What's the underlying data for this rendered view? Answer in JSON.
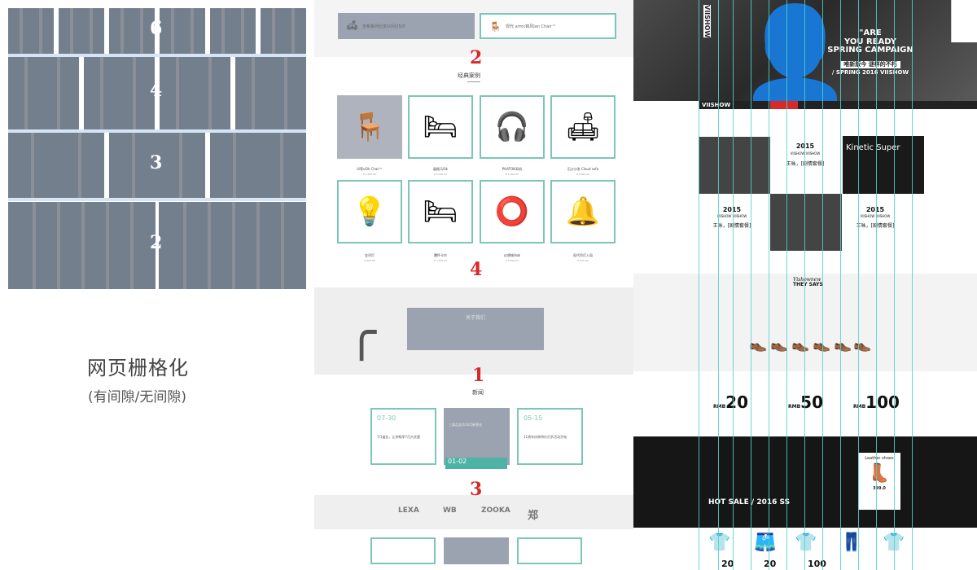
{
  "grid_diagram": {
    "labels": [
      "6",
      "4",
      "3",
      "2"
    ],
    "title": "网页栅格化",
    "subtitle": "(有间隙/无间隙)",
    "colors": {
      "cell": "#747f8e",
      "gutter": "#d6e4f6"
    }
  },
  "furniture_page": {
    "markers": [
      "2",
      "4",
      "1",
      "3"
    ],
    "section_title": "经典案例",
    "products": [
      {
        "name": "Ui等vSlk Chair™",
        "price": "¥ 3,000.00",
        "icon": "armchair-icon"
      },
      {
        "name": "展格马Slk",
        "price": "¥ 2,000.00",
        "icon": "bed-icon"
      },
      {
        "name": "PHATON耳机",
        "price": "¥ 1,000.00",
        "icon": "earphones-icon"
      },
      {
        "name": "石沙沙发 Cloud sofa",
        "price": "¥ 4,000.00",
        "icon": "sofa-icon"
      },
      {
        "name": "金吊灯",
        "price": "¥ 800.00",
        "icon": "pendant-lamp-icon"
      },
      {
        "name": "腾怀卡尔",
        "price": "¥ 3,500.00",
        "icon": "bed-icon"
      },
      {
        "name": "幻想城市床",
        "price": "¥ 5,000.00",
        "icon": "round-bed-icon"
      },
      {
        "name": "现代吊灯入局",
        "price": "¥ 900.00",
        "icon": "pendant-lamp-icon"
      }
    ],
    "about_label": "关于我们",
    "news_title": "新闻",
    "news": [
      {
        "date": "07-30",
        "text": "7/1盛业，让你畅享7月大优惠"
      },
      {
        "date": "01-02",
        "text": "三部品北京10月新营业"
      },
      {
        "date": "05-15",
        "text": "11周年庆典特价打折活动开始"
      }
    ],
    "top_cards": [
      {
        "label": "全新系列北京10月25日"
      },
      {
        "label": "现代 armc锦风Ian Chair™"
      }
    ],
    "logos": [
      "LEXA",
      "WB",
      "ZOOKA",
      "郑"
    ],
    "accent_color": "#7cc6b9"
  },
  "fashion_page": {
    "hero": {
      "line1": "\"ARE",
      "line2": "YOU READY",
      "line3": "SPRING CAMPAIGN",
      "cn": "唯新版今 谜样的不朽",
      "line4": "/ SPRING 2016 VIISHOW"
    },
    "vertical_logo": "VIISHOW",
    "nav_brand": "VIISHOW",
    "features": [
      {
        "year": "2015",
        "sub": "VIISHOW VIISHOW",
        "cn": "王咏，[剧情套餐]"
      },
      {
        "year": "2015",
        "sub": "VIISHOW VIISHOW",
        "cn": "王咏，[剧情套餐]"
      },
      {
        "year": "2015",
        "sub": "VIISHOW VIISHOW",
        "cn": "王咏，[剧情套餐]"
      }
    ],
    "kinetic": "Kinetic Super",
    "says_script": "Vishownew",
    "says_title": "THEY SAYS",
    "prices": [
      {
        "rmb": "RMB",
        "value": "20"
      },
      {
        "rmb": "RMB",
        "value": "50"
      },
      {
        "rmb": "RMB",
        "value": "100"
      }
    ],
    "sale": "HOT SALE / 2016 SS",
    "leather_label": "Leather shoes",
    "leather_price": "399.0",
    "bottom_prices": [
      "20",
      "20",
      "100"
    ],
    "guide_color": "#4fd3cf",
    "accent_color": "#d62a2a"
  }
}
